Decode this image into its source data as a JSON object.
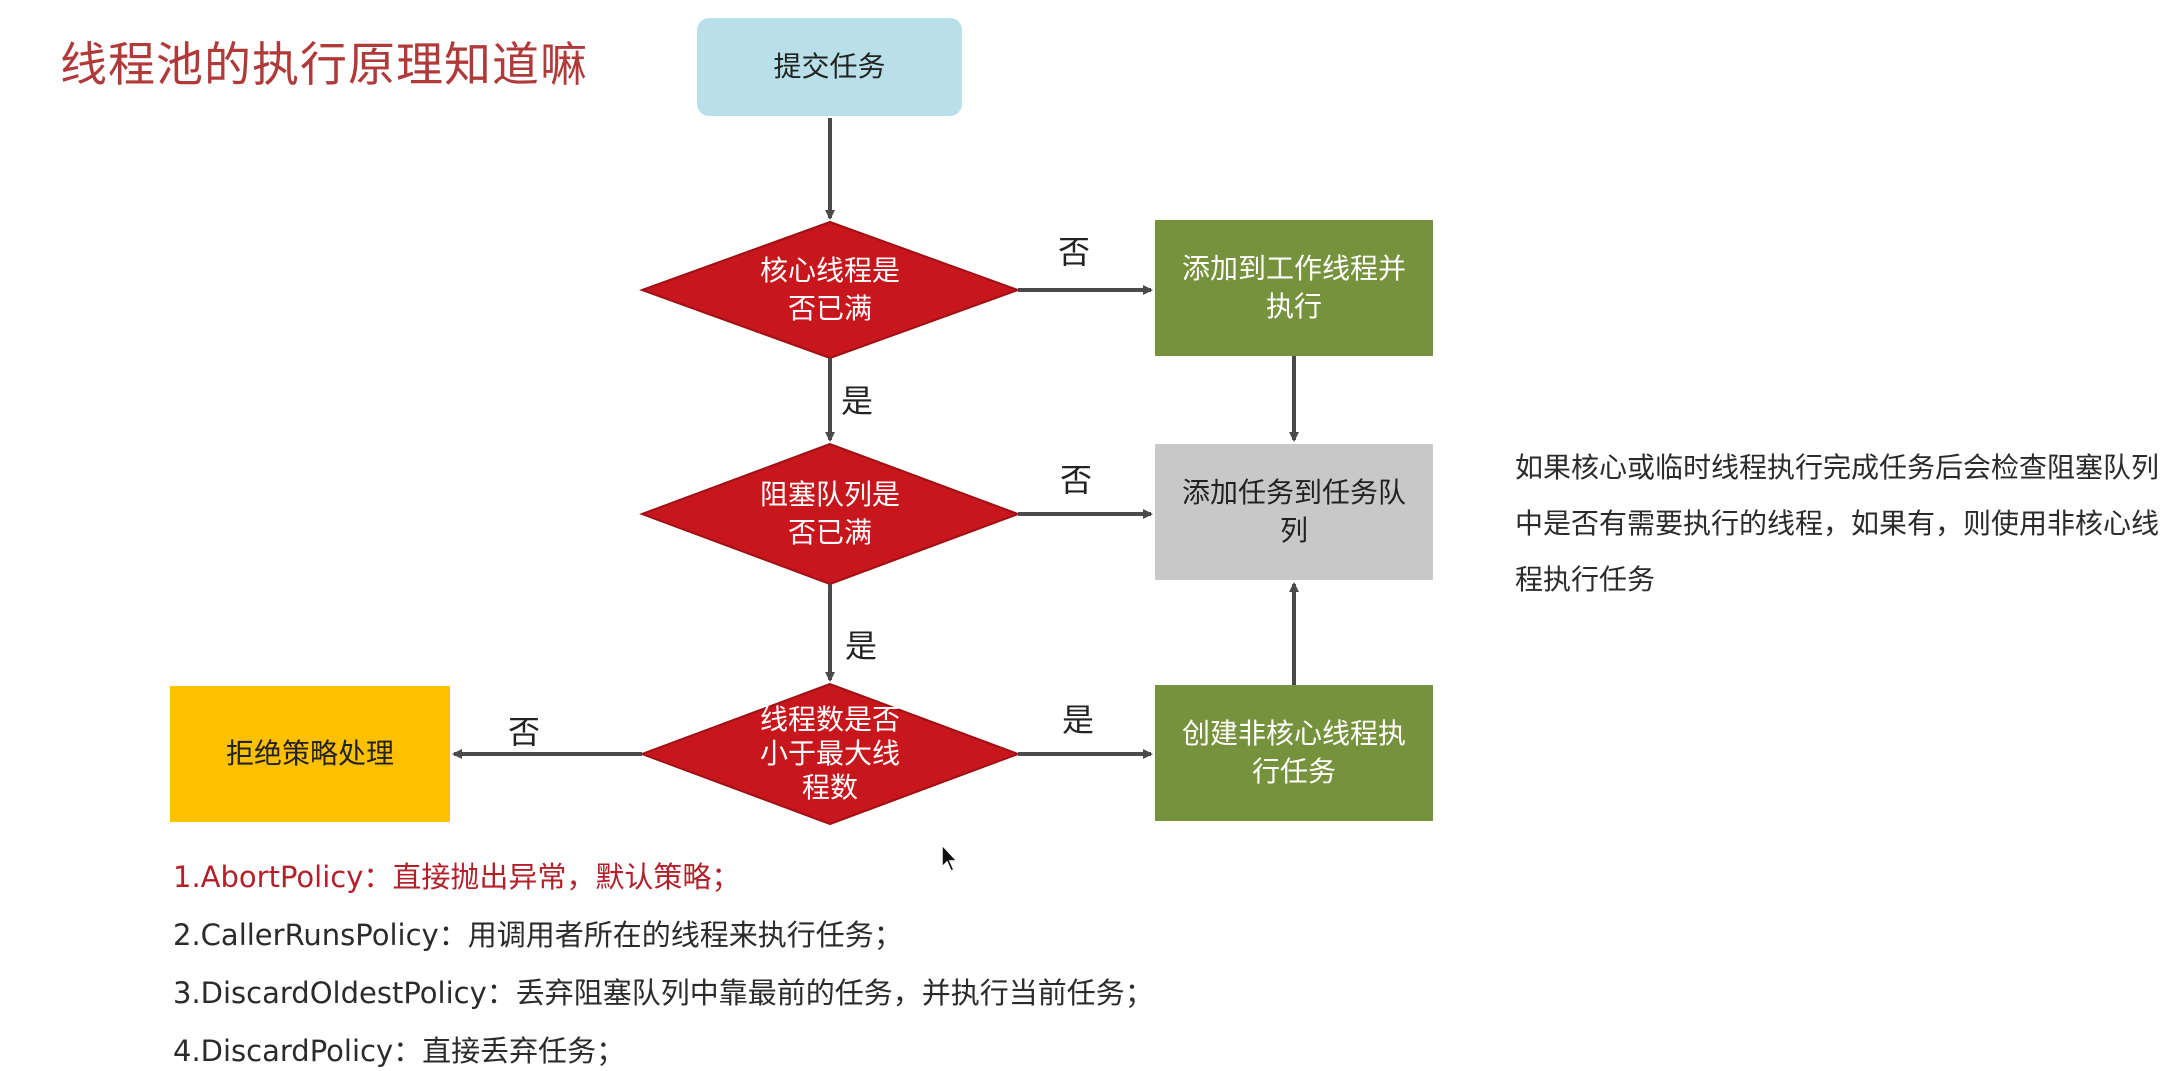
{
  "title": "线程池的执行原理知道嘛",
  "nodes": {
    "submit": "提交任务",
    "core_full": "核心线程是\n否已满",
    "add_worker": "添加到工作线程并\n执行",
    "queue_full": "阻塞队列是\n否已满",
    "add_queue": "添加任务到任务队\n列",
    "less_than_max": "线程数是否\n小于最大线\n程数",
    "create_noncore": "创建非核心线程执\n行任务",
    "reject": "拒绝策略处理"
  },
  "edge_labels": {
    "core_no": "否",
    "core_yes": "是",
    "queue_no": "否",
    "queue_yes": "是",
    "max_yes": "是",
    "max_no": "否"
  },
  "side_note": "如果核心或临时线程执行完成任务后会检查阻塞队列中是否有需要执行的线程，如果有，则使用非核心线程执行任务",
  "policies": [
    "1.AbortPolicy：直接抛出异常，默认策略；",
    "2.CallerRunsPolicy：用调用者所在的线程来执行任务；",
    "3.DiscardOldestPolicy：丢弃阻塞队列中靠最前的任务，并执行当前任务；",
    "4.DiscardPolicy：直接丢弃任务；"
  ],
  "colors": {
    "title": "#b03a3a",
    "submit_fill": "#b9e0e8",
    "diamond_fill": "#c8161d",
    "green_fill": "#76923c",
    "gray_fill": "#c8c8c8",
    "reject_fill": "#ffc000",
    "arrow": "#4a4a4a",
    "policy_highlight": "#b3202a"
  },
  "icons": {
    "cursor": "mouse-pointer-icon"
  }
}
